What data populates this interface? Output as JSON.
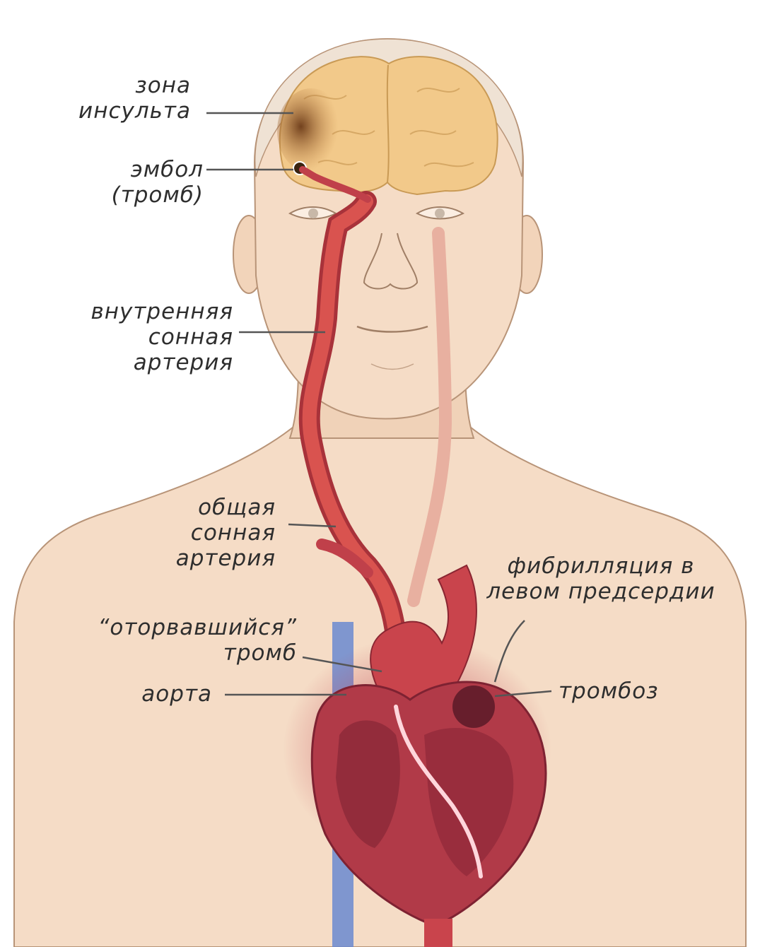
{
  "labels": {
    "stroke_zone": [
      "зона",
      "инсульта"
    ],
    "embolus": [
      "эмбол",
      "(тромб)"
    ],
    "internal_carotid": [
      "внутренняя",
      "сонная",
      "артерия"
    ],
    "common_carotid": [
      "общая",
      "сонная",
      "артерия"
    ],
    "fibrillation": [
      "фибрилляция в",
      "левом предсердии"
    ],
    "detached_clot": [
      "“оторвавшийся”",
      "тромб"
    ],
    "aorta": [
      "аорта"
    ],
    "thrombosis": [
      "тромбоз"
    ]
  },
  "colors": {
    "skin": "#f5dcc6",
    "skin_shadow": "#e8c4a8",
    "outline": "#b89478",
    "brain": "#f2c98a",
    "stroke_area": "#7a4a22",
    "artery": "#d9534f",
    "artery_dark": "#a8323a",
    "heart": "#b13a48",
    "heart_dark": "#7e2232",
    "vein": "#6a8ad0",
    "leader_line": "#555555"
  }
}
